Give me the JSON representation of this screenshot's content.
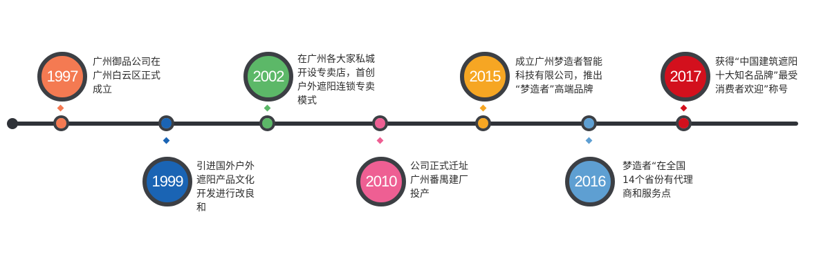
{
  "events": [
    {
      "year": "1997",
      "color": "#f47a52",
      "text": "广州御品公司在\n广州白云区正式\n成立"
    },
    {
      "year": "1999",
      "color": "#1a64b4",
      "text": "引进国外户外\n遮阳产品文化\n开发进行改良\n和"
    },
    {
      "year": "2002",
      "color": "#5cb868",
      "text": "在广州各大家私城\n开设专卖店，首创\n户外遮阳连锁专卖\n模式"
    },
    {
      "year": "2010",
      "color": "#ee5f93",
      "text": "公司正式迁址\n广州番禺建厂\n投产"
    },
    {
      "year": "2015",
      "color": "#f6a623",
      "text": "成立广州梦造者智能\n科技有限公司，推出\n“梦造者”高端品牌"
    },
    {
      "year": "2016",
      "color": "#5e9fd2",
      "text": "梦造者“在全国\n14个省份有代理\n商和服务点"
    },
    {
      "year": "2017",
      "color": "#d3101d",
      "text": "获得“中国建筑遮阳\n十大知名品牌”最受\n消费者欢迎”称号"
    }
  ]
}
